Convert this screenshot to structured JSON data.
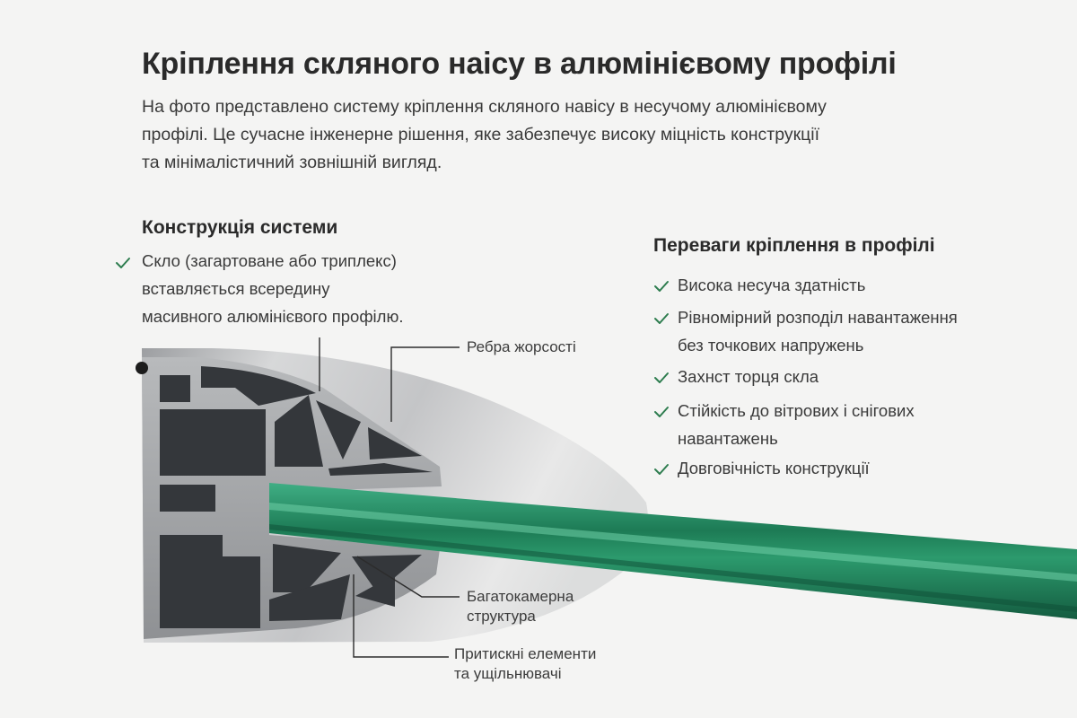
{
  "header": {
    "title": "Кріплення скляного наісу в алюмінієвому профілі",
    "intro_lines": [
      "На фото представлено систему кріплення скляного навісу в несучому алюмінієвому",
      "профілі. Це сучасне інженерне рішення, яке забезпечує високу міцність конструкції",
      "та мінімалістичний зовнішній вигляд."
    ]
  },
  "construction": {
    "heading": "Конструкція системи",
    "item_lines": [
      "Скло (загартоване або триплекс)",
      "вставляється всередину",
      "масивного алюмінієвого профілю."
    ]
  },
  "advantages": {
    "heading": "Переваги кріплення в профілі",
    "items": [
      {
        "lines": [
          "Висока несуча здатність"
        ]
      },
      {
        "lines": [
          "Рівномірний розподіл навантаження",
          "без точкових напружень"
        ]
      },
      {
        "lines": [
          "Захнст торця скла"
        ]
      },
      {
        "lines": [
          "Стійкість до вітрових і снігових",
          "навантажень"
        ]
      },
      {
        "lines": [
          "Довговічність конструкції"
        ]
      }
    ]
  },
  "callouts": {
    "ribs": "Ребра жорсості",
    "chambers_lines": [
      "Багатокамерна",
      "структура"
    ],
    "seals_lines": [
      "Притискні елементи",
      "та ущільнювачі"
    ]
  },
  "colors": {
    "accent_check": "#2e7d4f",
    "glass_green": "#1f7a55",
    "aluminum": "#c9cacb",
    "aluminum_dark": "#3b3d40",
    "text": "#2b2b2b"
  },
  "icons": {
    "check": "check-icon"
  }
}
